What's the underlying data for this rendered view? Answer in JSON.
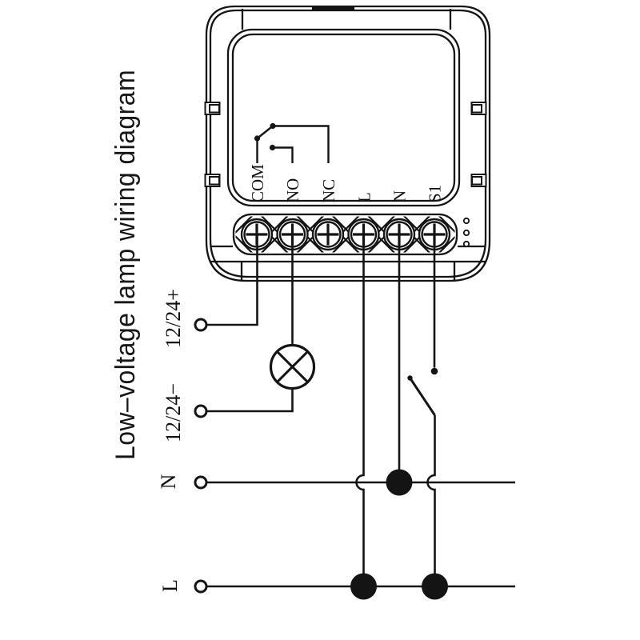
{
  "page": {
    "background": "#ffffff",
    "line_color": "#141414"
  },
  "title": "Low–voltage lamp wiring diagram",
  "module": {
    "kind": "mini relay switch module",
    "terminals": [
      "COM",
      "NO",
      "NC",
      "L",
      "N",
      "S1"
    ],
    "relay": {
      "common": "COM",
      "normally_open": "NO",
      "normally_closed": "NC",
      "state": "arm-toward-NC"
    },
    "indicator_dots": 3,
    "screw_count": 6
  },
  "wiring": {
    "labels": {
      "dc_positive": "12/24+",
      "dc_negative": "12/24−",
      "neutral": "N",
      "line": "L"
    },
    "connections": [
      "COM terminal wired to 12/24+ supply point",
      "NO terminal wired through lamp to 12/24− supply point",
      "L terminal wired down to L bus (junction dot), hopping over N bus",
      "N terminal wired to N bus (junction dot)",
      "S1 terminal wired through wall switch to L bus (junction dot), hopping over N bus"
    ],
    "symbols": [
      "lamp (circle with X)",
      "single-pole switch",
      "crossover hop (no connection)",
      "junction dots (connection)"
    ]
  }
}
